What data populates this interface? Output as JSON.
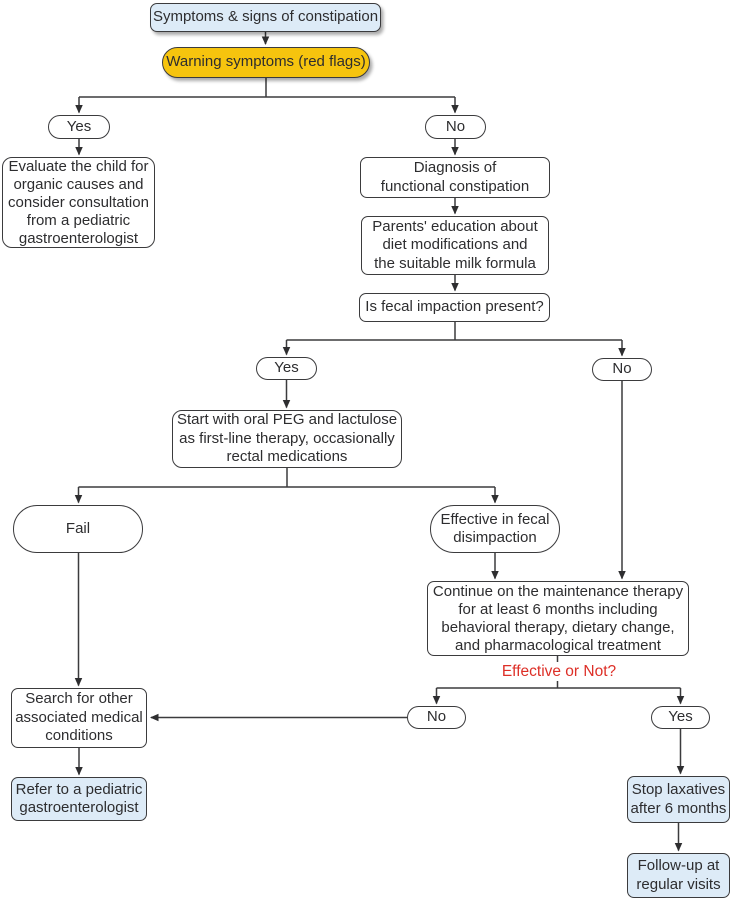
{
  "diagram": {
    "kind": "flowchart",
    "colors": {
      "light_blue_fill": "#ddebf7",
      "gold_fill": "#f6c40e",
      "line_and_border": "#3b3b3d",
      "text": "#2d2d2f",
      "red_label": "#dd2f27",
      "background": "#ffffff"
    }
  },
  "nodes": {
    "symptoms": {
      "label": "Symptoms & signs of constipation"
    },
    "warning": {
      "label": "Warning symptoms (red flags)"
    },
    "yes1": {
      "label": "Yes"
    },
    "no1": {
      "label": "No"
    },
    "evaluate": {
      "label": "Evaluate the child for\norganic causes and\nconsider consultation\nfrom a pediatric\ngastroenterologist"
    },
    "diagnosis": {
      "label": "Diagnosis of\nfunctional constipation"
    },
    "parents": {
      "label": "Parents' education about\ndiet modifications and\nthe suitable milk formula"
    },
    "impaction": {
      "label": "Is fecal impaction present?"
    },
    "yes2": {
      "label": "Yes"
    },
    "no2": {
      "label": "No"
    },
    "start_peg": {
      "label": "Start with oral PEG and lactulose\nas first-line therapy, occasionally\nrectal medications"
    },
    "fail": {
      "label": "Fail"
    },
    "effective_disimpaction": {
      "label": "Effective in fecal\ndisimpaction"
    },
    "continue_maintenance": {
      "label": "Continue on the maintenance therapy\nfor at least 6 months including\nbehavioral therapy, dietary change,\nand pharmacological treatment"
    },
    "effective_question": {
      "label": "Effective or Not?"
    },
    "no3": {
      "label": "No"
    },
    "yes3": {
      "label": "Yes"
    },
    "search_other": {
      "label": "Search for other\nassociated medical\nconditions"
    },
    "refer": {
      "label": "Refer to a pediatric\ngastroenterologist"
    },
    "stop_laxatives": {
      "label": "Stop laxatives\nafter 6 months"
    },
    "followup": {
      "label": "Follow-up at\nregular visits"
    }
  }
}
